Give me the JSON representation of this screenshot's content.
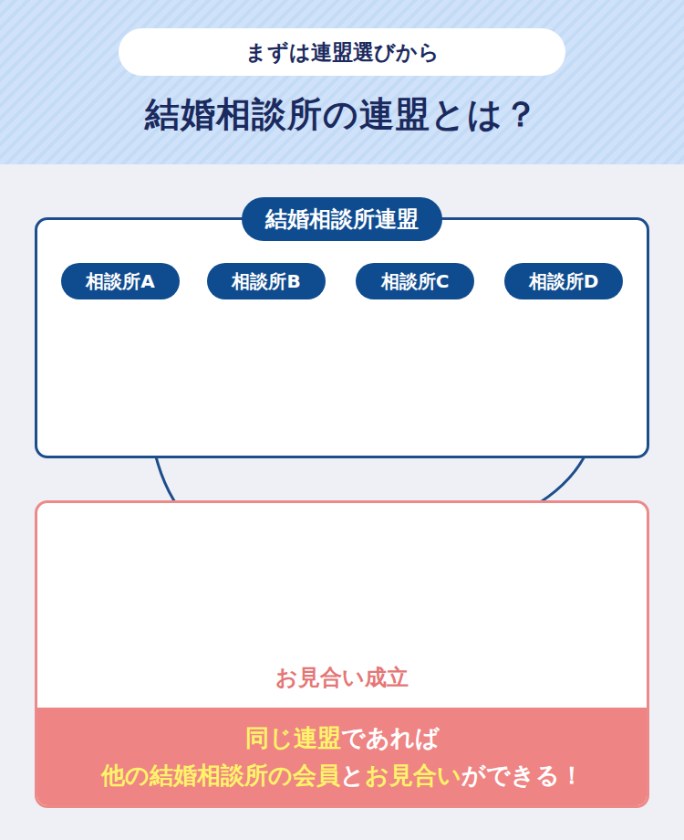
{
  "diagram": {
    "title": "結婚相談所の連盟とは？",
    "nodes": [
      {
        "text": [
          "まずは連盟選びから"
        ]
      },
      {
        "text": [
          "結婚相談所連盟"
        ]
      },
      {
        "text": [
          "相談所A"
        ],
        "in": 1
      },
      {
        "text": [
          "相談所B"
        ],
        "in": 1
      },
      {
        "text": [
          "相談所C"
        ],
        "in": 1
      },
      {
        "text": [
          "相談所D"
        ],
        "in": 1
      },
      {
        "text": [
          "お見合い成立"
        ]
      },
      {
        "text": [
          "同じ連盟であれば 他の結婚相談所の会員とお見合いができる！"
        ],
        "in": 6
      }
    ]
  }
}
